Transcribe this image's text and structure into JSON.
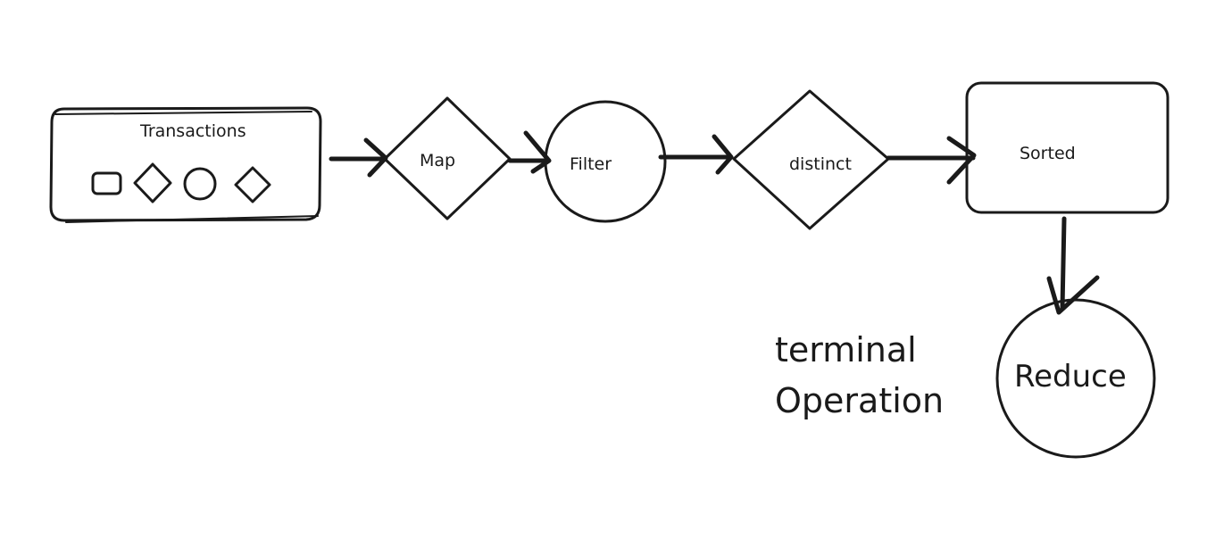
{
  "diagram": {
    "nodes": {
      "transactions": {
        "label": "Transactions",
        "shape": "rounded-rectangle"
      },
      "map": {
        "label": "Map",
        "shape": "diamond"
      },
      "filter": {
        "label": "Filter",
        "shape": "circle"
      },
      "distinct": {
        "label": "distinct",
        "shape": "diamond"
      },
      "sorted": {
        "label": "Sorted",
        "shape": "rounded-rectangle"
      },
      "reduce": {
        "label": "Reduce",
        "shape": "circle"
      }
    },
    "transaction_item_shapes": [
      "rounded-square",
      "diamond",
      "circle",
      "diamond"
    ],
    "edges": [
      {
        "from": "transactions",
        "to": "map"
      },
      {
        "from": "map",
        "to": "filter"
      },
      {
        "from": "filter",
        "to": "distinct"
      },
      {
        "from": "distinct",
        "to": "sorted"
      },
      {
        "from": "sorted",
        "to": "reduce"
      }
    ],
    "annotation": {
      "line1": "terminal",
      "line2": "Operation"
    },
    "colors": {
      "stroke": "#1a1a1a",
      "background": "#ffffff"
    }
  }
}
